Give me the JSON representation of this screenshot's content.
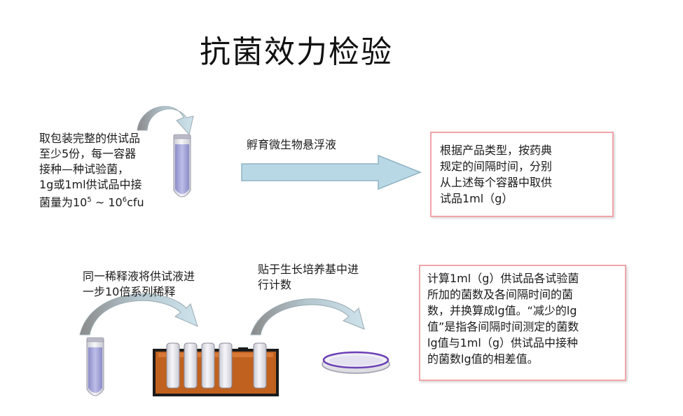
{
  "title": "抗菌效力检验",
  "steps": {
    "inoculate": {
      "line1": "取包装完整的供试品",
      "line2": "至少5份，每一容器",
      "line3": "接种—种试验菌，",
      "line4": "1g或1ml供试品中接",
      "line5_prefix": "菌量为10",
      "exp1": "5",
      "range_sep": " ~ 10",
      "exp2": "6",
      "suffix": "cfu"
    },
    "incubate_label": "孵育微生物悬浮液",
    "sample_box": {
      "line1": "根据产品类型，按药典",
      "line2": "规定的间隔时间，分别",
      "line3": "从上述每个容器中取供",
      "line4": "试品1ml（g）"
    },
    "dilute": {
      "line1": "同一稀释液将供试液进",
      "line2": "一步10倍系列稀释"
    },
    "plate": {
      "line1": "贴于生长培养基中进",
      "line2": "行计数"
    },
    "calc_box": {
      "line1": "计算1ml（g）供试品各试验菌",
      "line2": "所加的菌数及各间隔时间的菌",
      "line3": "数，并换算成lg值。“减少的lg",
      "line4": "值”是指各间隔时间测定的菌数",
      "line5": "lg值与1ml（g）供试品中接种",
      "line6": "的菌数lg值的相差值。"
    }
  },
  "colors": {
    "arrow_fill": "#b9d8e6",
    "arrow_stroke": "#8fb3c4",
    "tube_glass": "#e8e8ee",
    "tube_liquid": "#9d9ed6",
    "rack": "#c0611f",
    "rack_outline": "#1b1b1b",
    "dish_rim": "#6b3fb4",
    "box_border": "#f0a5a8"
  }
}
